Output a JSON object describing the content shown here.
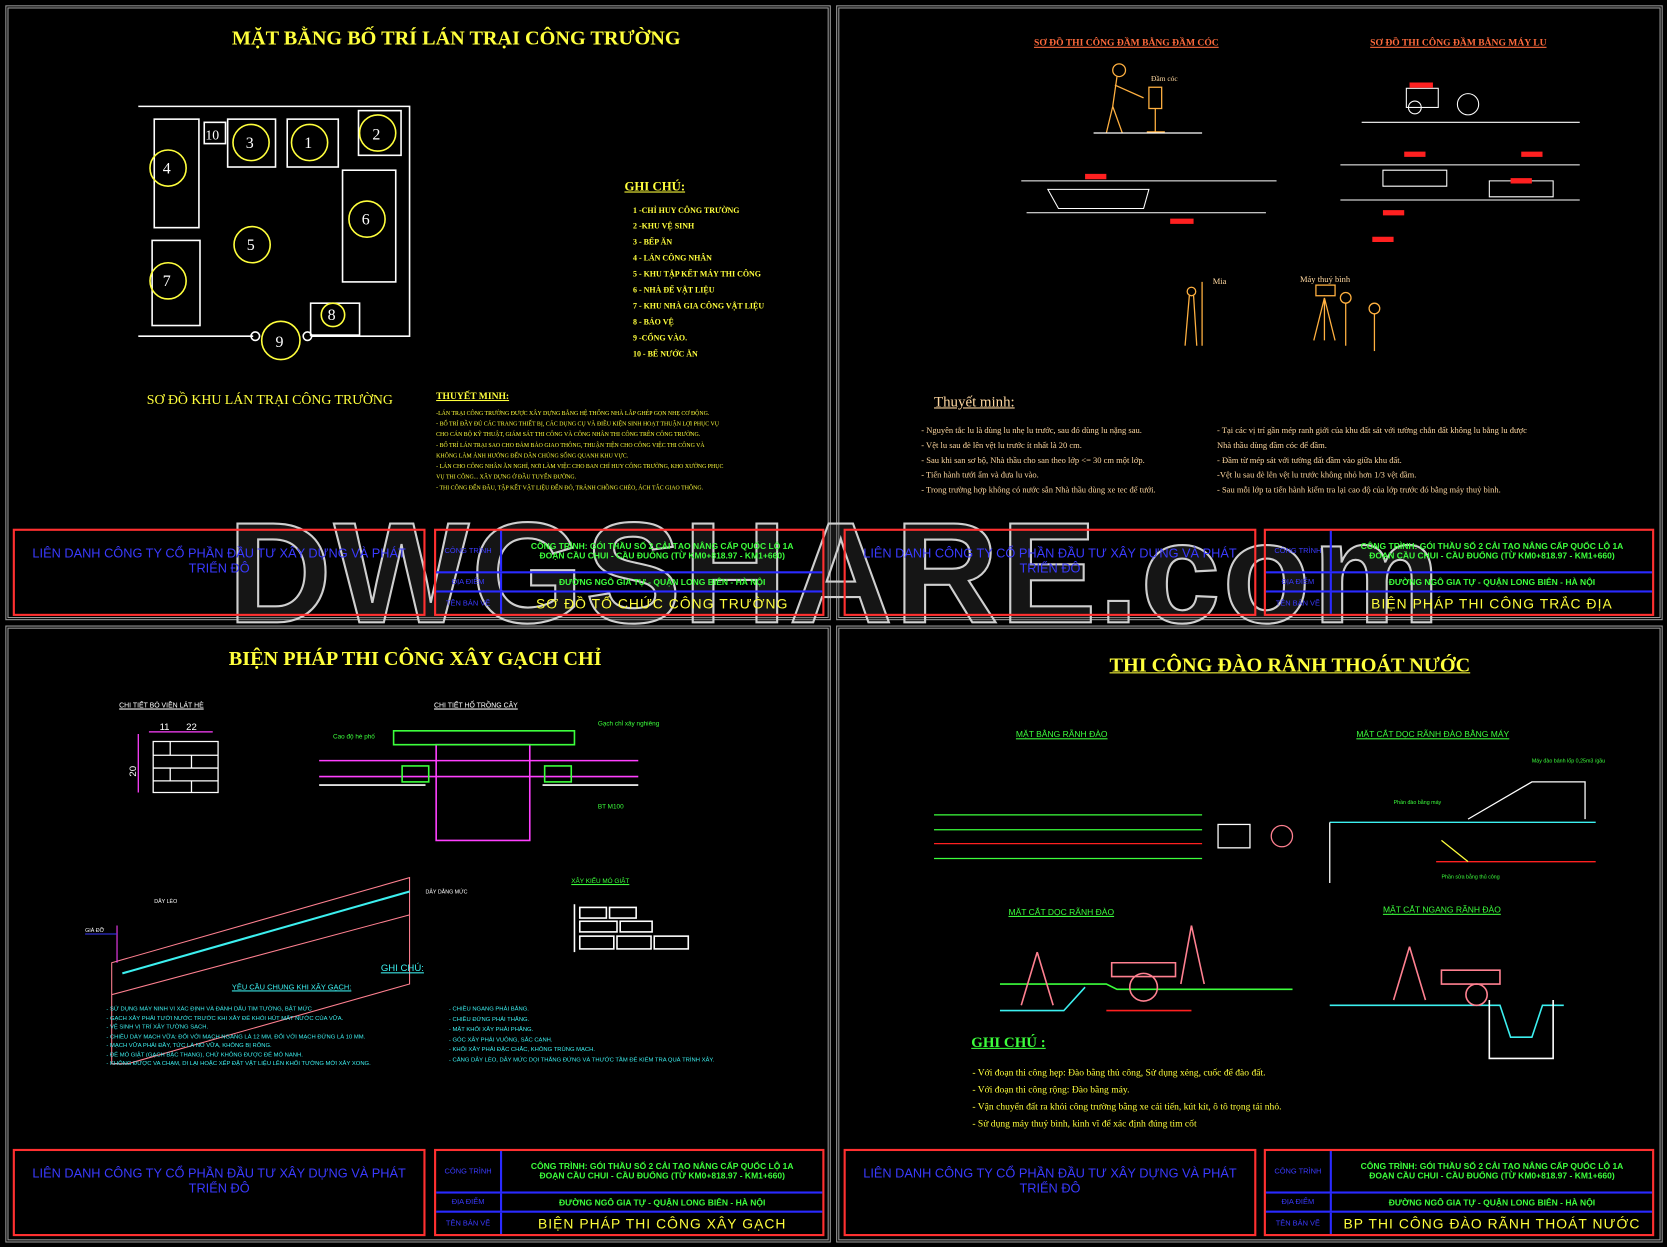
{
  "watermark": "DWGSHARE.com",
  "company": "LIÊN DANH CÔNG TY CỔ PHẦN ĐẦU TƯ XÂY DỰNG VÀ PHÁT TRIỂN ĐÔ",
  "title_block": {
    "label_project": "CÔNG TRÌNH",
    "label_location": "ĐỊA ĐIỂM",
    "label_drawing": "TÊN BẢN VẼ",
    "project_line1": "CÔNG TRÌNH: GÓI THẦU SỐ 2 CẢI TẠO NÂNG CẤP QUỐC LỘ 1A",
    "project_line2": "ĐOẠN CẦU CHUI - CẦU ĐUỐNG (TỪ KM0+818.97 - KM1+660)",
    "location": "ĐƯỜNG NGÔ GIA TỰ - QUẬN LONG BIÊN - HÀ NỘI"
  },
  "panels": {
    "site": {
      "title": "MẶT BẰNG BỐ TRÍ LÁN TRẠI CÔNG TRƯỜNG",
      "subtitle": "SƠ ĐỒ KHU LÁN TRẠI CÔNG TRƯỜNG",
      "zone_numbers": [
        "1",
        "2",
        "3",
        "4",
        "5",
        "6",
        "7",
        "8",
        "9",
        "10"
      ],
      "legend_title": "GHI CHÚ:",
      "legend": [
        "1 -CHỈ HUY CÔNG TRƯỜNG",
        "2 -KHU VỆ SINH",
        "3 - BẾP ĂN",
        "4 - LÁN CÔNG NHÂN",
        "5 - KHU TẬP KẾT MÁY THI CÔNG",
        "6 - NHÀ ĐỂ VẬT LIỆU",
        "7 - KHU NHÀ GIA CÔNG VẬT LIỆU",
        "8 - BẢO VỆ",
        "9 -CỔNG VÀO.",
        "10 - BỂ NƯỚC ĂN"
      ],
      "notes_title": "THUYẾT MINH:",
      "notes": [
        "-LÁN TRẠI CÔNG TRƯỜNG ĐƯỢC XÂY DỰNG BẰNG HỆ THỐNG NHÀ LẮP GHÉP GỌN NHẸ CƠ ĐỘNG.",
        "- BỐ TRÍ ĐẦY ĐỦ CÁC TRANG THIẾT BỊ, CÁC DỤNG CỤ VÀ ĐIỀU KIỆN SINH HOẠT THUẬN LỢI PHỤC VỤ",
        "CHO CÁN BỘ KỸ THUẬT, GIÁM SÁT THI CÔNG VÀ CÔNG NHÂN THI CÔNG TRÊN CÔNG TRƯỜNG.",
        "- BỐ TRÍ LÁN TRẠI SAO CHO ĐẢM BẢO GIAO THÔNG, THUẬN TIỆN CHO CÔNG VIỆC THI CÔNG VÀ",
        "KHÔNG LÀM ẢNH HƯỞNG ĐẾN DÂN CHÚNG SỐNG QUANH KHU VỰC.",
        "- LÁN CHO CÔNG NHÂN ĂN NGHỈ, NƠI LÀM VIỆC CHO BAN CHỈ HUY CÔNG TRƯỜNG, KHO XƯỞNG PHỤC",
        "VỤ THI CÔNG... XÂY DỰNG Ở ĐẦU TUYẾN ĐƯỜNG.",
        "- THI CÔNG ĐẾN ĐÂU, TẬP KẾT VẬT LIỆU ĐẾN ĐÓ, TRÁNH CHỒNG CHÉO, ÁCH TẮC GIAO THÔNG."
      ],
      "drawing_name": "SƠ ĐỒ TỔ CHỨC CÔNG TRƯỜNG"
    },
    "survey": {
      "title_left": "SƠ ĐỒ THI CÔNG ĐẦM BẰNG ĐẦM CÓC",
      "title_right": "SƠ ĐỒ THI CÔNG ĐẦM BẰNG MÁY LU",
      "label_tamper": "Đầm cóc",
      "label_staff": "Mia",
      "label_level": "Máy thuỷ bình",
      "notes_title": "Thuyết minh:",
      "notes_left": [
        "- Nguyên tắc lu là dùng lu nhẹ lu trước, sau đó dùng lu nặng sau.",
        "- Vệt lu sau đè lên vệt lu trước ít nhất là 20 cm.",
        "- Sau khi san sơ bộ, Nhà thầu cho san theo lớp <= 30 cm một lớp.",
        "- Tiến hành tưới ẩm và đưa lu vào.",
        "- Trong trường hợp không có nước sẵn Nhà thầu dùng xe tec để tưới."
      ],
      "notes_right": [
        "- Tại các vị trí gần mép ranh giới của khu đất sát với tường chắn đất không lu bằng lu được",
        "Nhà thầu dùng đầm cóc để đầm.",
        "- Đầm từ mép sát với tường đất đầm vào giữa khu đất.",
        "-Vệt lu sau đè lên vệt lu trước không nhỏ hơn 1/3 vệt đầm.",
        "- Sau mỗi lớp ta tiến hành kiểm tra lại cao độ của lớp trước đó bằng máy thuỷ bình."
      ],
      "drawing_name": "BIỆN PHÁP THI CÔNG  TRẮC ĐỊA"
    },
    "brick": {
      "title": "BIỆN PHÁP THI CÔNG XÂY GẠCH CHỈ",
      "detail1": "CHI TIẾT BÓ VIỀN LÁT HÈ",
      "dim1": "11",
      "dim2": "22",
      "dim3": "20",
      "detail2": "CHI TIẾT HỐ TRỒNG CÂY",
      "label_curb": "Cao độ hè phố",
      "label_brick": "Gạch chỉ xây nghiêng",
      "label_concrete": "BT M100",
      "detail3": "XÂY KIỂU MÓ GIẬT",
      "label_string": "DÂY LÈO",
      "label_post": "GIÁ ĐỠ",
      "label_level": "DÂY DẪNG MỨC",
      "notes_title": "GHI CHÚ:",
      "req_title": "YÊU CẦU CHUNG KHI XÂY GẠCH:",
      "notes_left": [
        "- SỬ DỤNG MÁY NINH VI XÁC ĐỊNH VÀ ĐÁNH DẤU TIM TƯỜNG, BẬT MỨC",
        "- GẠCH XÂY PHẢI TƯỚI NƯỚC TRƯỚC KHI XÂY ĐỂ KHỎI HÚT MẤT NƯỚC CỦA VỮA.",
        "- VỆ SINH VỊ TRÍ XÂY TƯỜNG SẠCH.",
        "- CHIỀU DÀY MẠCH VỮA: ĐỐI VỚI MẠCH NGANG LÀ 12 MM, ĐỐI VỚI MẠCH ĐỨNG LÀ 10 MM.",
        "- MẠCH VỮA PHẢI ĐẦY, TỨC LÀ NO VỮA, KHÔNG BỊ RỖNG.",
        "- ĐỂ MỎ GIẬT (GẠCH BẬC THANG), CHỨ KHÔNG ĐƯỢC ĐỂ MỎ NANH.",
        "- KHÔNG ĐƯỢC VA CHẠM, DI LẠI HOẶC XẾP ĐẶT VẬT LIỆU LÊN KHỐI TƯỜNG MỚI XÂY XONG."
      ],
      "notes_right": [
        "- CHIỀU NGANG PHẢI BẰNG.",
        "- CHIỀU ĐỨNG PHẢI THẲNG.",
        "- MẶT KHỐI XÂY PHẢI PHẲNG.",
        "- GÓC XÂY PHẢI VUÔNG, SẮC CẠNH.",
        "- KHỐI XÂY PHẢI ĐẶC CHẮC, KHÔNG TRÙNG MẠCH.",
        "- CĂNG DÂY LÈO, DÂY MỨC DỌI THẲNG ĐỨNG VÀ THƯỚC TẦM ĐỂ KIỂM TRA QUÁ TRÌNH XÂY."
      ],
      "drawing_name": "BIỆN PHÁP THI CÔNG  XÂY GẠCH"
    },
    "trench": {
      "title": "THI CÔNG ĐÀO RÃNH THOÁT NƯỚC",
      "plan": "MẶT BẰNG RÃNH ĐÀO",
      "long_machine": "MẶT CẮT DỌC RÃNH ĐÀO BẰNG MÁY",
      "label_excavator": "Máy đào bánh lốp 0,25m3 /gầu",
      "label_machine_dig": "Phần đào bằng máy",
      "label_hand_dig": "Phần sửa bằng thủ công",
      "long_section": "MẶT CẮT DỌC RÃNH ĐÀO",
      "cross_section": "MẶT CẮT NGANG RÃNH ĐÀO",
      "notes_title": "GHI CHÚ :",
      "notes": [
        "- Với  đoạn thi công hẹp: Đào bằng thủ công, Sử dụng xẻng, cuốc để đào đất.",
        "- Với  đoạn thi công rộng: Đào bằng máy.",
        "- Vận chuyển đất ra khỏi công trường bằng xe cải tiến, kút kít, ô tô trọng tải nhỏ.",
        "- Sử dụng máy thuỷ bình, kinh vĩ để xác định đúng tim cốt"
      ],
      "drawing_name": "BP THI CÔNG  ĐÀO RÃNH THOÁT NƯỚC"
    }
  },
  "colors": {
    "background": "#000000",
    "title": "#ffff3c",
    "frame_red": "#ff3030",
    "grid_blue": "#2a2aff",
    "green": "#3cff3c",
    "cyan": "#3cf0f0",
    "magenta": "#ff40ff"
  }
}
